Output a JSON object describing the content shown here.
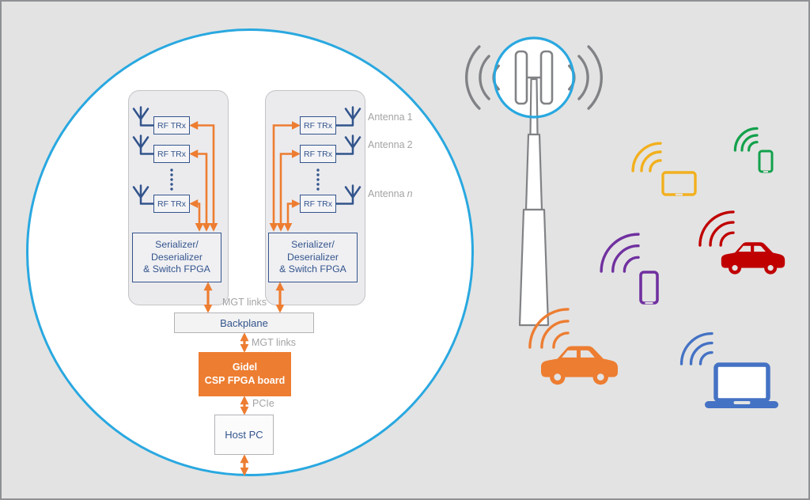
{
  "colors": {
    "background": "#e3e3e3",
    "zoom_circle_accent": "#29A8E0",
    "connector_orange": "#ED7D31",
    "schematic_navy": "#33548C",
    "label_gray": "#A3A3A6",
    "tower_gray": "#808285"
  },
  "zoom_view": {
    "panels": [
      {
        "rf_boxes": [
          "RF TRx",
          "RF TRx",
          "RF TRx"
        ],
        "serdes_lines": [
          "Serializer/",
          "Deserializer",
          "& Switch FPGA"
        ]
      },
      {
        "rf_boxes": [
          "RF TRx",
          "RF TRx",
          "RF TRx"
        ],
        "serdes_lines": [
          "Serializer/",
          "Deserializer",
          "& Switch FPGA"
        ]
      }
    ],
    "antenna_labels": [
      {
        "prefix": "Antenna",
        "index": "1"
      },
      {
        "prefix": "Antenna",
        "index": "2"
      },
      {
        "prefix": "Antenna",
        "index": "n"
      }
    ],
    "mgt_links_top": "MGT links",
    "backplane": "Backplane",
    "mgt_links_bottom": "MGT links",
    "gidel_lines": [
      "Gidel",
      "CSP FPGA board"
    ],
    "pcie": "PCIe",
    "host_pc": "Host PC"
  },
  "scene": {
    "tower": {
      "name": "cell-tower",
      "color": "#808285",
      "ring_color": "#29A8E0"
    },
    "devices": [
      {
        "name": "tablet",
        "color": "#F2B01E"
      },
      {
        "name": "smartphone",
        "color": "#12A14B"
      },
      {
        "name": "car",
        "color": "#C00000"
      },
      {
        "name": "smartphone",
        "color": "#7030A0"
      },
      {
        "name": "car",
        "color": "#ED7D31"
      },
      {
        "name": "laptop",
        "color": "#4472C4"
      }
    ]
  }
}
